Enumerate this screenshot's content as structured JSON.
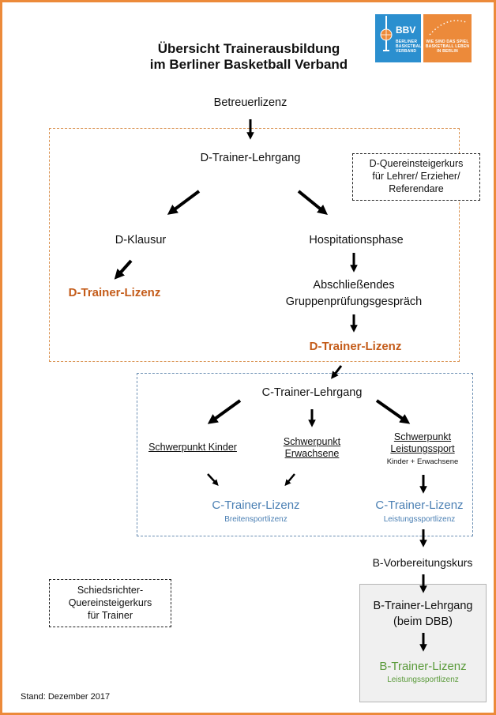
{
  "title_line1": "Übersicht Trainerausbildung",
  "title_line2": "im Berliner Basketball Verband",
  "logo": {
    "name": "BBV",
    "sub_lines": [
      "BERLINER",
      "BASKETBALL",
      "VERBAND"
    ],
    "slogan_lines": [
      "WIE SIND DAS SPIEL",
      "BASKETBALL LEBEN",
      "IN BERLIN"
    ],
    "blue_color": "#2b8fcf",
    "orange_color": "#ec8a3a"
  },
  "nodes": {
    "betreuer": "Betreuerlizenz",
    "d_lehrgang": "D-Trainer-Lehrgang",
    "d_quer_lines": [
      "D-Quereinsteigerkurs",
      "für Lehrer/ Erzieher/",
      "Referendare"
    ],
    "d_klausur": "D-Klausur",
    "hospitation": "Hospitationsphase",
    "d_lizenz_left": "D-Trainer-Lizenz",
    "abschluss_line1": "Abschließendes",
    "abschluss_line2": "Gruppenprüfungsgespräch",
    "d_lizenz_right": "D-Trainer-Lizenz",
    "c_lehrgang": "C-Trainer-Lehrgang",
    "sp_kinder": "Schwerpunkt Kinder",
    "sp_erw_line1": "Schwerpunkt",
    "sp_erw_line2": "Erwachsene",
    "sp_leist_line1": "Schwerpunkt",
    "sp_leist_line2": "Leistungssport",
    "sp_leist_sub": "Kinder + Erwachsene",
    "c_lizenz_breit": "C-Trainer-Lizenz",
    "c_lizenz_breit_sub": "Breitensportlizenz",
    "c_lizenz_leist": "C-Trainer-Lizenz",
    "c_lizenz_leist_sub": "Leistungssportlizenz",
    "b_vorbereitung": "B-Vorbereitungskurs",
    "schiri_lines": [
      "Schiedsrichter-",
      "Quereinsteigerkurs",
      "für Trainer"
    ],
    "b_lehrgang_line1": "B-Trainer-Lehrgang",
    "b_lehrgang_line2": "(beim DBB)",
    "b_lizenz": "B-Trainer-Lizenz",
    "b_lizenz_sub": "Leistungssportlizenz"
  },
  "footer": "Stand: Dezember 2017",
  "colors": {
    "frame": "#ec8a3a",
    "d_license": "#c45c1a",
    "c_license": "#4a7fb3",
    "b_license": "#5a9a3a"
  }
}
